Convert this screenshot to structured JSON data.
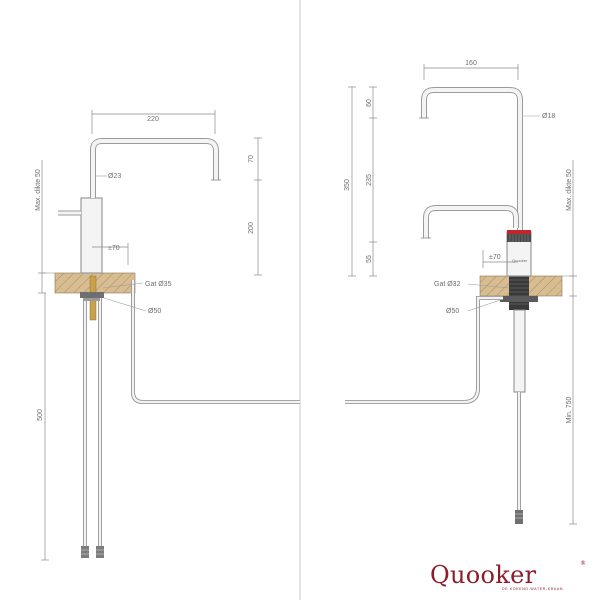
{
  "diagram": {
    "left_view": {
      "width_label": "220",
      "spout_drop_label": "70",
      "spout_diameter_label": "Ø23",
      "thickness_label": "Max. dikte 50",
      "height_label": "200",
      "base_label": "±70",
      "hole_label": "Gat Ø35",
      "base_diameter_label": "Ø50",
      "hose_length_label": "500"
    },
    "right_view": {
      "width_label": "160",
      "top_label": "60",
      "total_height_label": "350",
      "mid_label": "235",
      "lower_label": "55",
      "spout_diameter_label": "Ø18",
      "thickness_label": "Max. dikte 50",
      "base_label": "±70",
      "hole_label": "Gat Ø32",
      "base_diameter_label": "Ø50",
      "min_length_label": "Min. 750",
      "tap_text": "Quooker"
    }
  },
  "brand": {
    "name": "Quooker",
    "registered": "®",
    "tagline": "DE KOKEND-WATER-KRAAN",
    "color": "#8b1d2c"
  },
  "colors": {
    "divider": "#bdbdbd",
    "counter_wood": "#d6b98c",
    "tap_metal": "#9b9b9b",
    "brass": "#c8a14a",
    "accent_red": "#c0262c"
  }
}
